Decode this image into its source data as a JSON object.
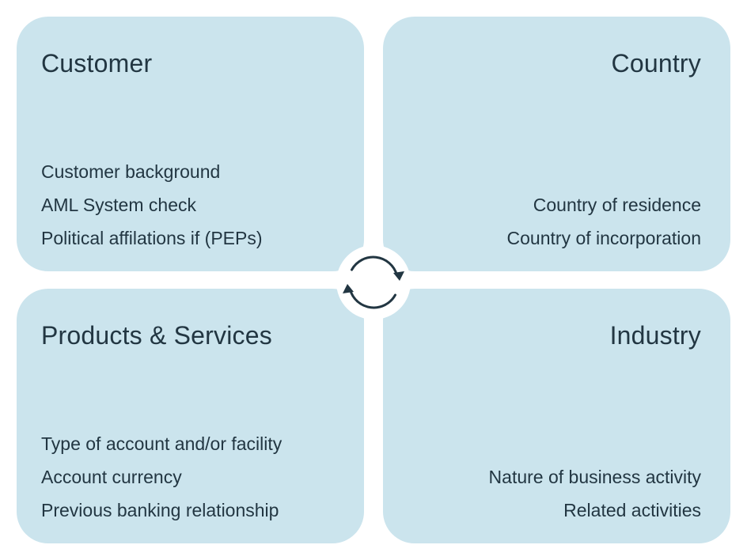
{
  "colors": {
    "panel": "#cbe4ed",
    "text": "#223642",
    "background": "#ffffff"
  },
  "center_icon": "cycle-arrows-icon",
  "quadrants": {
    "customer": {
      "title": "Customer",
      "items": [
        "Customer background",
        "AML System check",
        "Political affilations if (PEPs)"
      ]
    },
    "country": {
      "title": "Country",
      "items": [
        "Country of residence",
        "Country of incorporation"
      ]
    },
    "products": {
      "title": "Products & Services",
      "items": [
        "Type of account and/or facility",
        "Account currency",
        "Previous banking relationship"
      ]
    },
    "industry": {
      "title": "Industry",
      "items": [
        "Nature of business activity",
        "Related activities"
      ]
    }
  }
}
